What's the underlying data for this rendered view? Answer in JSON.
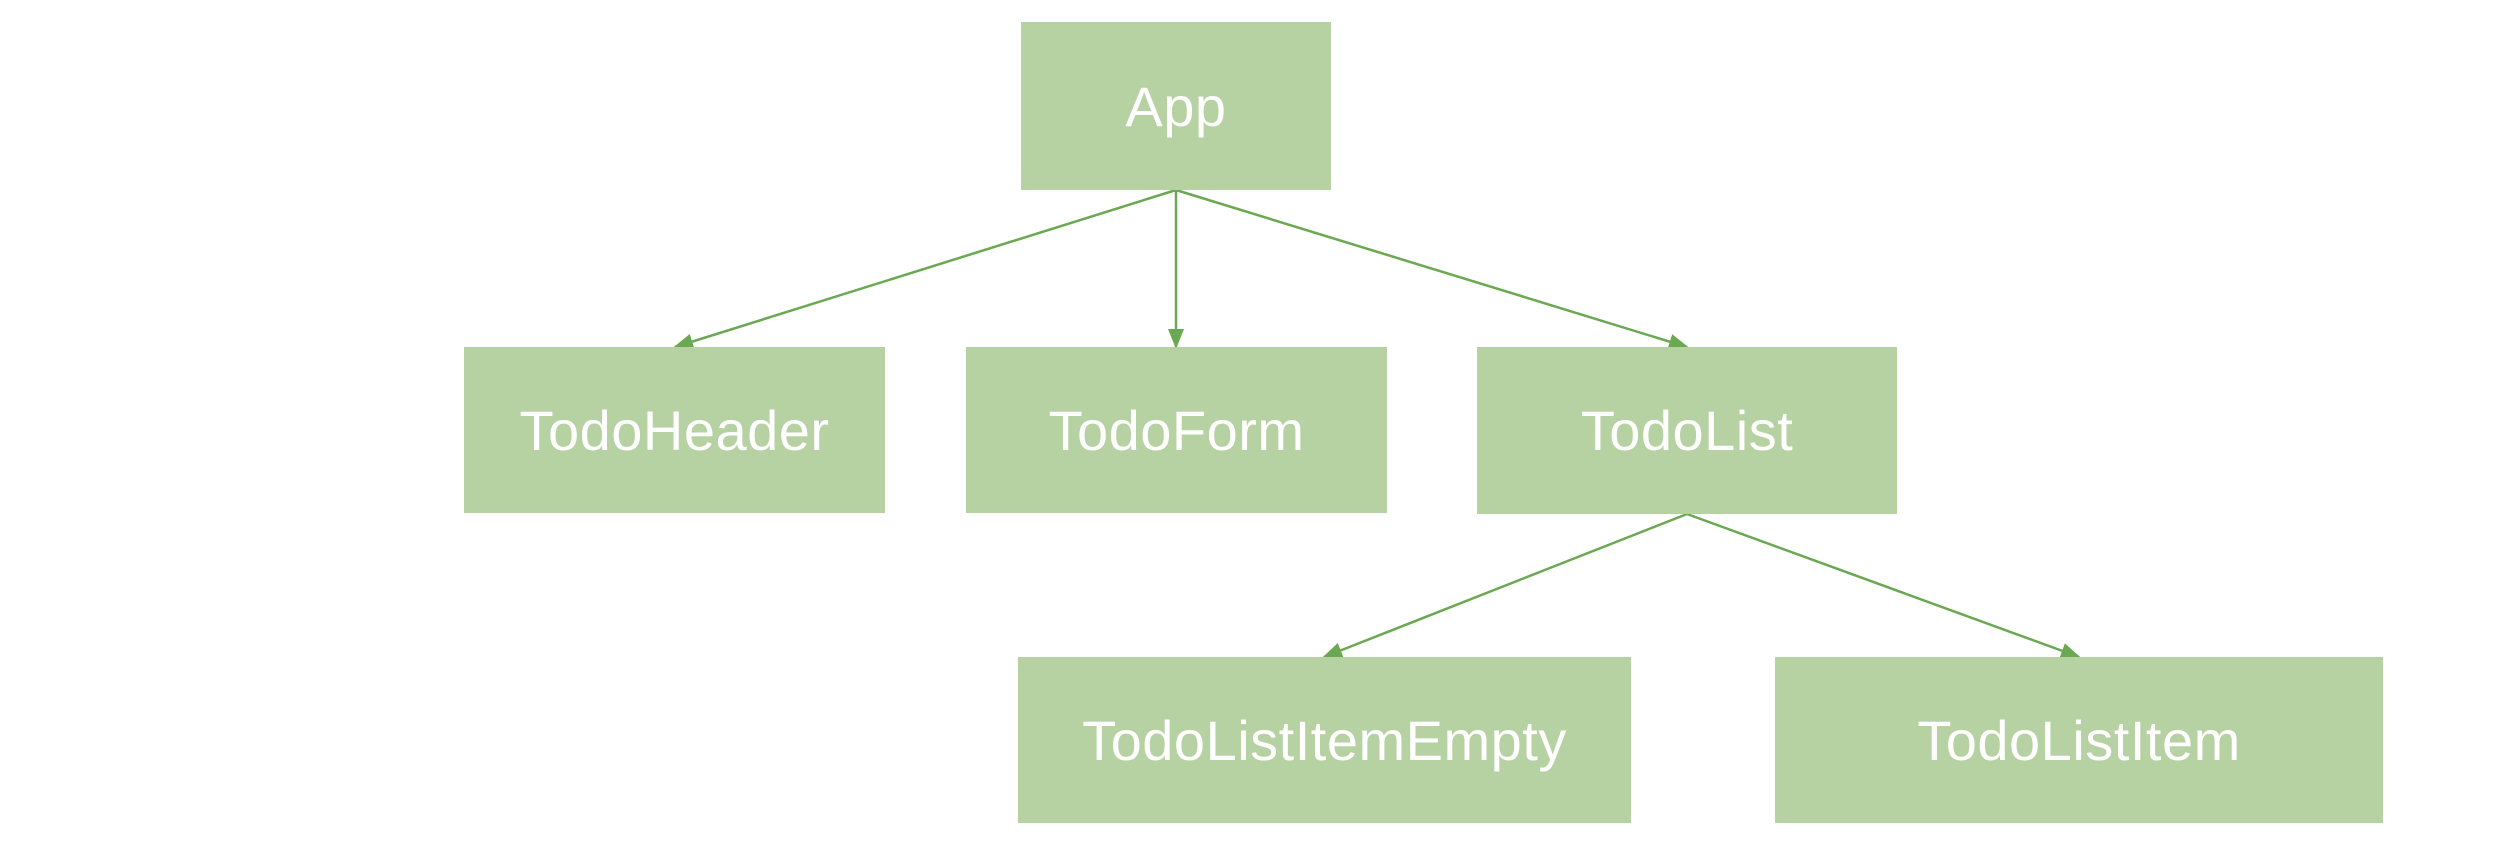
{
  "diagram": {
    "type": "component-tree",
    "nodes": [
      {
        "id": "app",
        "label": "App"
      },
      {
        "id": "todo-header",
        "label": "TodoHeader"
      },
      {
        "id": "todo-form",
        "label": "TodoForm"
      },
      {
        "id": "todo-list",
        "label": "TodoList"
      },
      {
        "id": "todo-list-item-empty",
        "label": "TodoListItemEmpty"
      },
      {
        "id": "todo-list-item",
        "label": "TodoListItem"
      }
    ],
    "edges": [
      {
        "from": "App",
        "to": "TodoHeader"
      },
      {
        "from": "App",
        "to": "TodoForm"
      },
      {
        "from": "App",
        "to": "TodoList"
      },
      {
        "from": "TodoList",
        "to": "TodoListItemEmpty"
      },
      {
        "from": "TodoList",
        "to": "TodoListItem"
      }
    ],
    "colors": {
      "node_fill": "#b6d1a2",
      "node_text": "#ffffff",
      "connector": "#6aa852",
      "background": "#ffffff"
    }
  }
}
